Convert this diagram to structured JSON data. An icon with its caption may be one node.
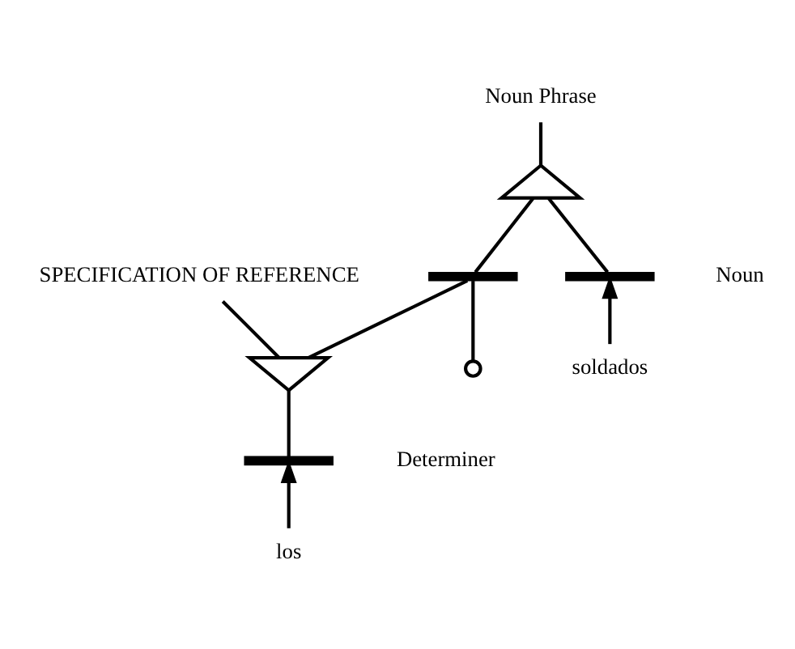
{
  "diagram": {
    "nodes": [
      {
        "text": [
          "SPECIFICATION OF REFERENCE"
        ]
      },
      {
        "text": [
          "Noun Phrase"
        ]
      },
      {
        "text": [],
        "shape": "triangle"
      },
      {
        "text": [],
        "shape": "bar"
      },
      {
        "text": [],
        "shape": "circle"
      },
      {
        "text": [],
        "shape": "triangle"
      },
      {
        "text": [],
        "shape": "bar"
      },
      {
        "text": [
          "los"
        ]
      },
      {
        "text": [],
        "shape": "bar"
      },
      {
        "text": [
          "soldados"
        ]
      }
    ],
    "edges": [
      {
        "from": 0,
        "to": 5,
        "arrow": "none"
      },
      {
        "from": 1,
        "to": 2,
        "arrow": "none"
      },
      {
        "from": 2,
        "to": 3,
        "arrow": "none"
      },
      {
        "from": 2,
        "to": 8,
        "arrow": "none"
      },
      {
        "from": 3,
        "to": 5,
        "arrow": "none"
      },
      {
        "from": 3,
        "to": 4,
        "arrow": "none"
      },
      {
        "from": 5,
        "to": 6,
        "arrow": "none"
      },
      {
        "from": 7,
        "to": 6,
        "arrow": "to"
      },
      {
        "from": 9,
        "to": 8,
        "arrow": "to"
      }
    ],
    "labels": [
      "Determiner",
      "Noun"
    ]
  }
}
